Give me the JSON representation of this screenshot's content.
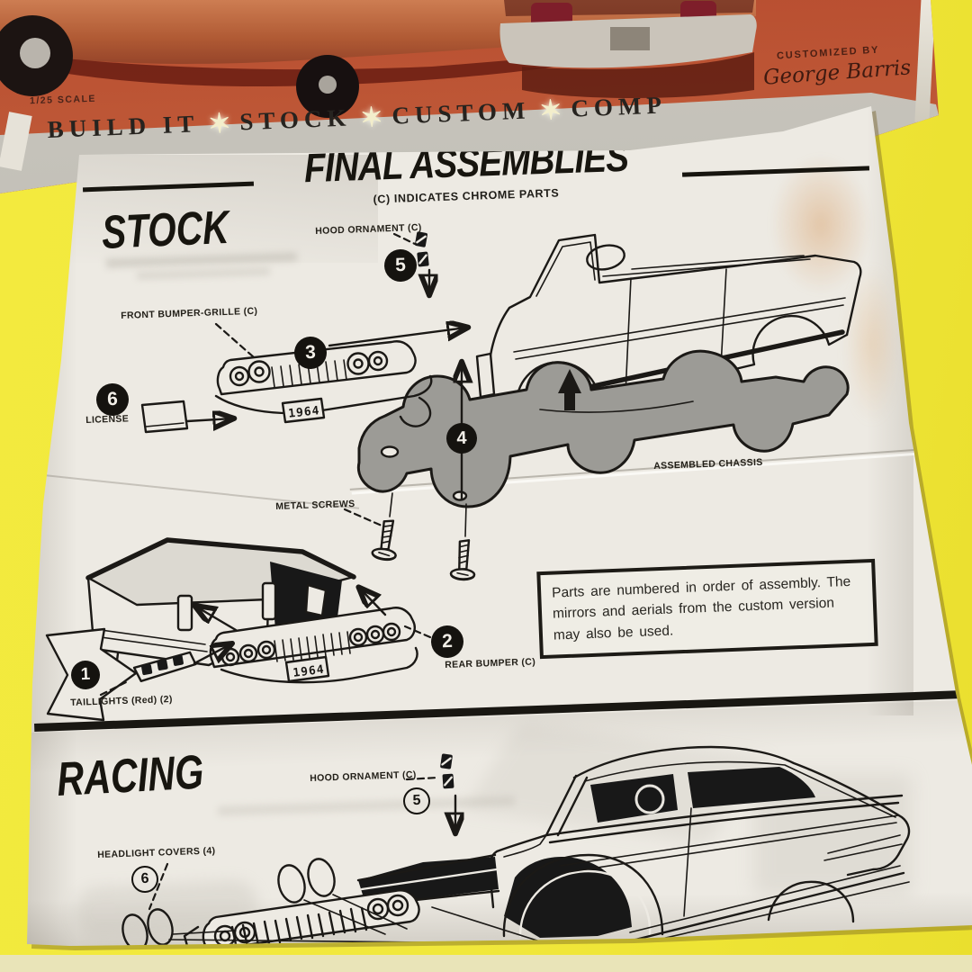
{
  "colors": {
    "background_yellow": "#f1e83b",
    "box_orange": "#c35a38",
    "paper": "#edeae3",
    "ink": "#1b1916",
    "chassis_gray": "#9c9b96",
    "band_gray": "#b7b4ac",
    "taillight_red": "#8c2130"
  },
  "box": {
    "scale_label": "1/25 SCALE",
    "customized_by": "CUSTOMIZED BY",
    "customizer": "George Barris",
    "banner": {
      "star": "✶",
      "items": [
        "BUILD IT",
        "STOCK",
        "CUSTOM",
        "COMP"
      ]
    }
  },
  "sheet": {
    "title": "FINAL ASSEMBLIES",
    "subtitle": "(C) INDICATES CHROME PARTS",
    "note": {
      "line1": "Parts are numbered in order of assembly. The",
      "line2": "mirrors and aerials from the custom version",
      "line3": "may also be used."
    },
    "stock": {
      "heading": "STOCK",
      "hood_ornament_label": "HOOD ORNAMENT (C)",
      "front_bumper_label": "FRONT BUMPER-GRILLE (C)",
      "license_label": "LICENSE",
      "chassis_label": "ASSEMBLED CHASSIS",
      "plate": "1964",
      "step_hood": "5",
      "step_bumper": "3",
      "step_license": "6",
      "step_chassis": "4"
    },
    "rear": {
      "metal_screws_label": "METAL SCREWS",
      "rear_bumper_label": "REAR BUMPER (C)",
      "taillights_label": "TAILLIGHTS (Red) (2)",
      "plate": "1964",
      "step_bumper": "2",
      "step_taillights": "1"
    },
    "racing": {
      "heading": "RACING",
      "hood_ornament_label": "HOOD ORNAMENT (C)",
      "headlight_covers_label": "HEADLIGHT COVERS (4)",
      "step_hood": "5",
      "step_covers": "6"
    }
  }
}
